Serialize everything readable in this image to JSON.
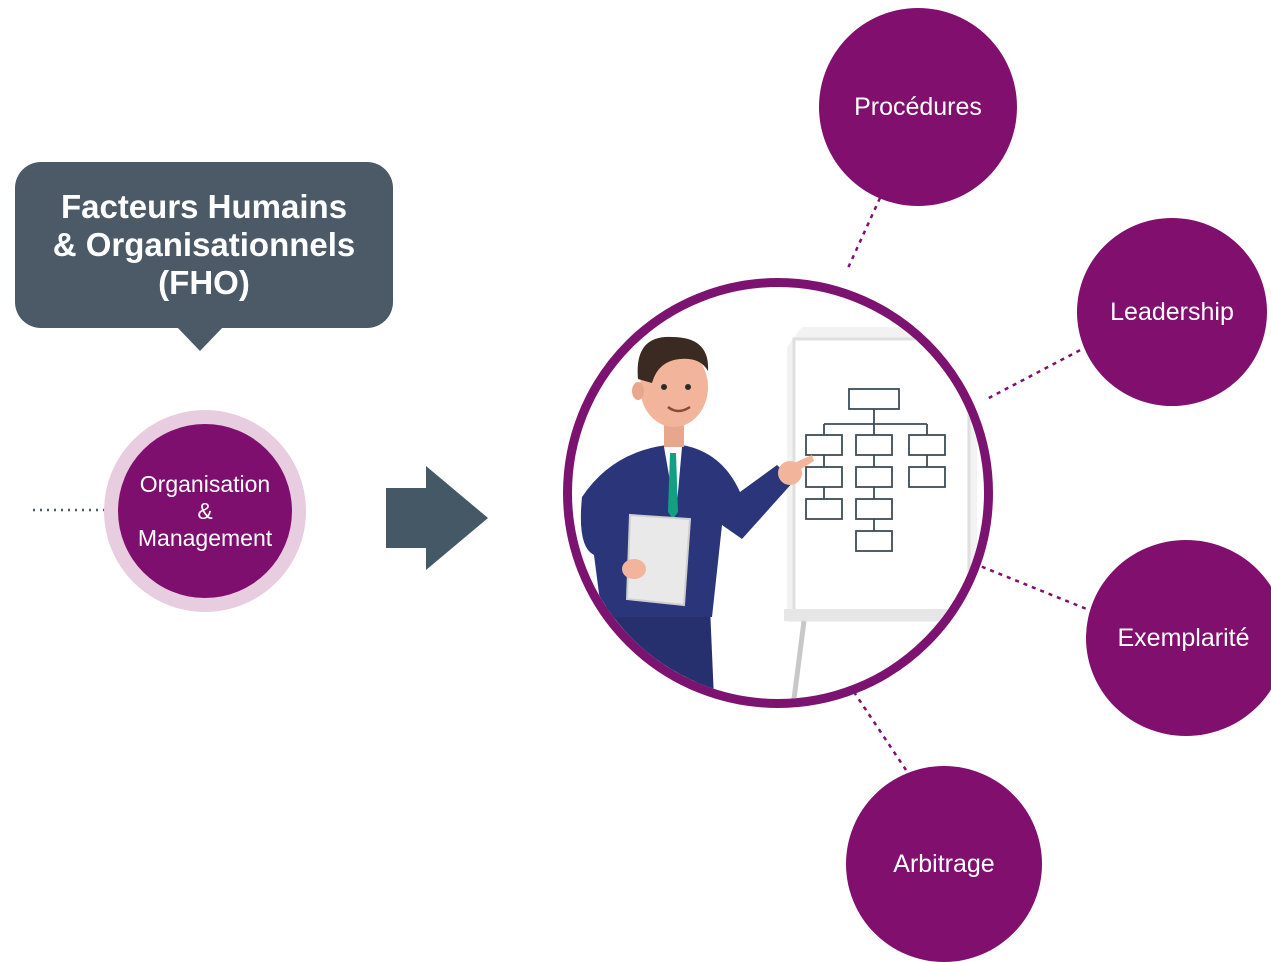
{
  "callout": {
    "line1": "Facteurs Humains",
    "line2": "& Organisationnels",
    "line3": "(FHO)"
  },
  "origin_node": {
    "line1": "Organisation",
    "line2": "&",
    "line3": "Management"
  },
  "nodes": {
    "procedures": "Procédures",
    "leadership": "Leadership",
    "exemplarite": "Exemplarité",
    "arbitrage": "Arbitrage"
  },
  "colors": {
    "purple": "#800f6e",
    "slate": "#4b5a66",
    "ring": "#e8cce0"
  }
}
